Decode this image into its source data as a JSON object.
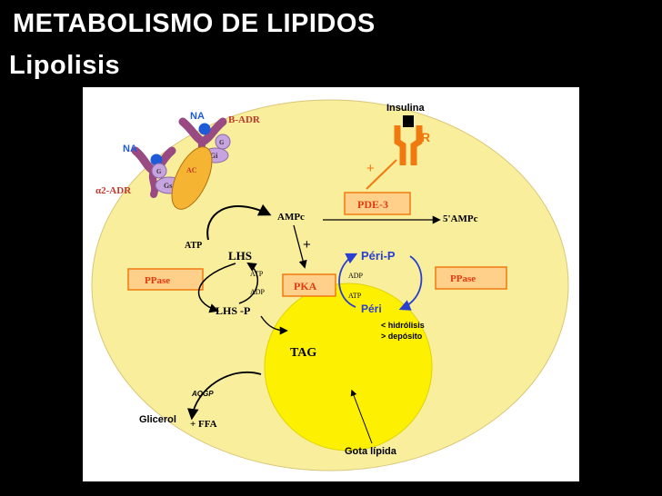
{
  "slide": {
    "title": "METABOLISMO DE LIPIDOS",
    "subtitle": "Lipolisis"
  },
  "colors": {
    "background": "#000000",
    "cell": "#f8ee9c",
    "lipid_droplet": "#fdf000",
    "enzyme_box": "#ffd08a",
    "enzyme_border": "#f07a10",
    "enzyme_text": "#e03a10",
    "receptor": "#9a4a82",
    "gprotein": "#c7a3e0",
    "ac": "#f5b432",
    "agonist": "#1f5bd8",
    "insulin_receptor": "#f07a10",
    "blue_arrow": "#2a3fd0"
  },
  "diagram": {
    "agonist_label_top": "NA",
    "agonist_label_left": "NA",
    "beta_receptor": "B-ADR",
    "alpha_receptor": "α2-ADR",
    "gi_label": "Gi",
    "gs_label": "Gs",
    "g_label_top": "G",
    "g_label_left": "G",
    "ac_label": "AC",
    "insulin_label": "Insulina",
    "insulin_receptor_label": "R",
    "plus_insulin": "+",
    "pde3_label": "PDE-3",
    "ampc_label": "AMPc",
    "five_ampc_label": "5'AMPc",
    "atp_top": "ATP",
    "plus_pka": "+",
    "lhs_label": "LHS",
    "lhsp_label": "LHS -P",
    "atp_lhs": "ATP",
    "adp_lhs": "ADP",
    "pka_label": "PKA",
    "adp_peri": "ADP",
    "atp_peri": "ATP",
    "perip_label": "Péri-P",
    "peri_label": "Péri",
    "ppase_left": "PPase",
    "ppase_right": "PPase",
    "hydrolysis_label": "< hidrólisis",
    "deposit_label": "> depósito",
    "tag_label": "TAG",
    "aqgp_label": "AQGP",
    "glycerol_label": "Glicerol",
    "ffa_label": "+ FFA",
    "droplet_label": "Gota lípida"
  }
}
